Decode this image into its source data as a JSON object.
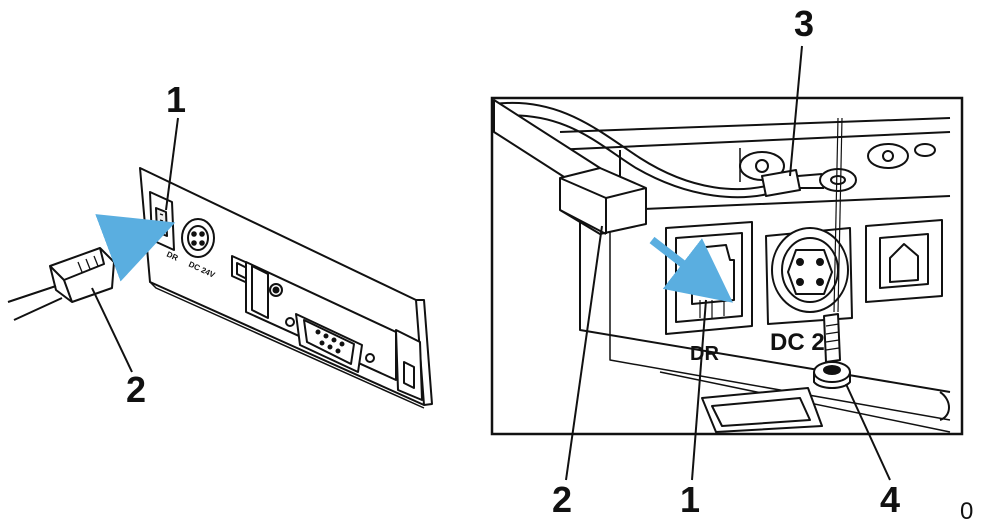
{
  "left_figure": {
    "callouts": [
      "1",
      "2"
    ],
    "panel_labels": {
      "port": "DR",
      "power": "DC 24V"
    }
  },
  "right_figure": {
    "callouts": [
      "3",
      "2",
      "1",
      "4"
    ],
    "panel_labels": {
      "port": "DR",
      "power": "DC 2"
    }
  },
  "page_number": "0",
  "colors": {
    "arrow": "#5aaee0",
    "line": "#111111",
    "background": "#ffffff"
  }
}
